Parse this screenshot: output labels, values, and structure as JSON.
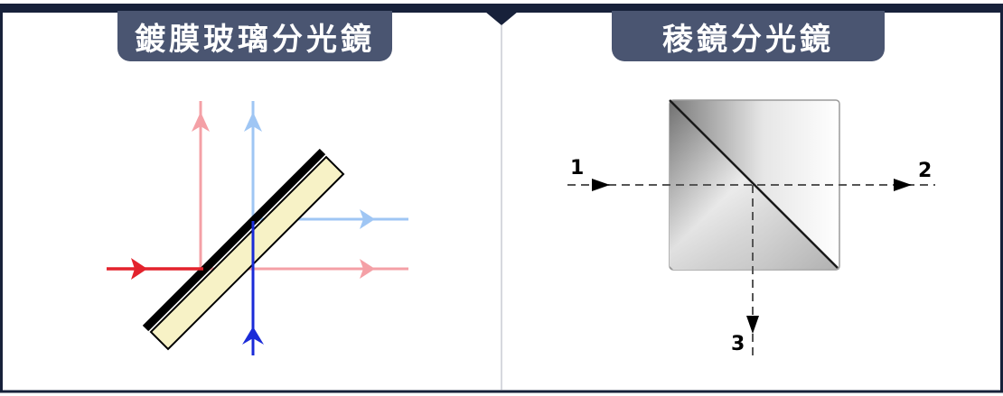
{
  "colors": {
    "frame_border": "#17213a",
    "title_bg": "#4a5571",
    "title_text": "#ffffff",
    "divider": "#c8ccd4"
  },
  "left_panel": {
    "title": "鍍膜玻璃分光鏡",
    "colors": {
      "incident": "#e3222c",
      "reflected": "#f4a0a6",
      "transmitted_light": "#9fc6f4",
      "transmitted_dark": "#1a2bd8",
      "glass_fill": "#f7f2c6",
      "coating": "#000000"
    }
  },
  "right_panel": {
    "title": "稜鏡分光鏡",
    "labels": {
      "input": "1",
      "output_right": "2",
      "output_down": "3"
    }
  }
}
